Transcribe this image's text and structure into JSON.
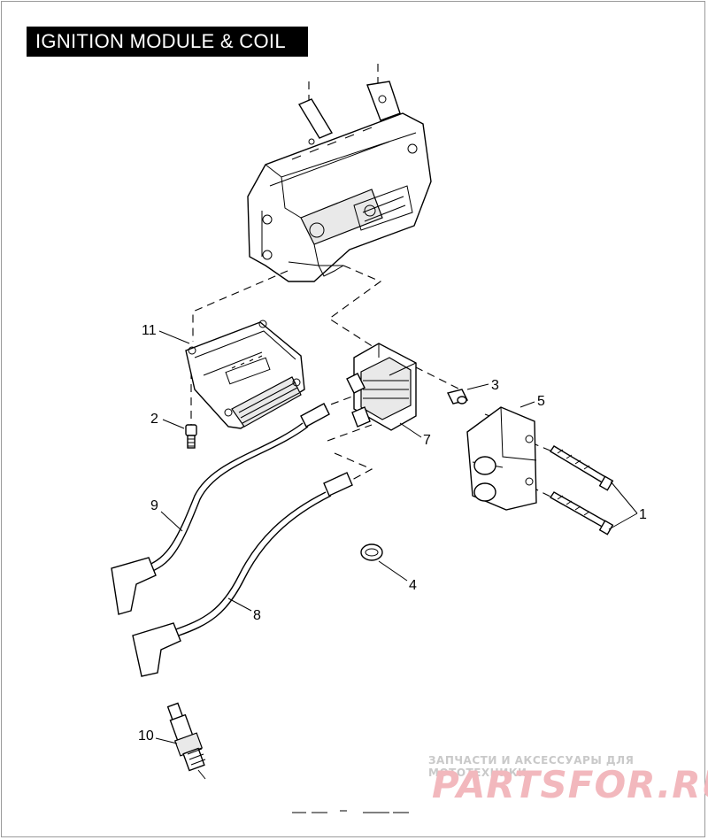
{
  "header": {
    "title": "IGNITION MODULE & COIL"
  },
  "callouts": [
    {
      "id": "c1",
      "label": "1"
    },
    {
      "id": "c2",
      "label": "2"
    },
    {
      "id": "c3",
      "label": "3"
    },
    {
      "id": "c4",
      "label": "4"
    },
    {
      "id": "c5",
      "label": "5"
    },
    {
      "id": "c7",
      "label": "7"
    },
    {
      "id": "c8",
      "label": "8"
    },
    {
      "id": "c9",
      "label": "9"
    },
    {
      "id": "c10",
      "label": "10"
    },
    {
      "id": "c11",
      "label": "11"
    }
  ],
  "watermark": {
    "subtitle": "ЗАПЧАСТИ И АКСЕССУАРЫ ДЛЯ МОТОТЕХНИКИ",
    "logo": "PARTSFOR.RU",
    "color": "#f2b8bd"
  },
  "colors": {
    "line": "#000000",
    "background": "#ffffff",
    "title_bg": "#000000",
    "title_fg": "#ffffff"
  }
}
